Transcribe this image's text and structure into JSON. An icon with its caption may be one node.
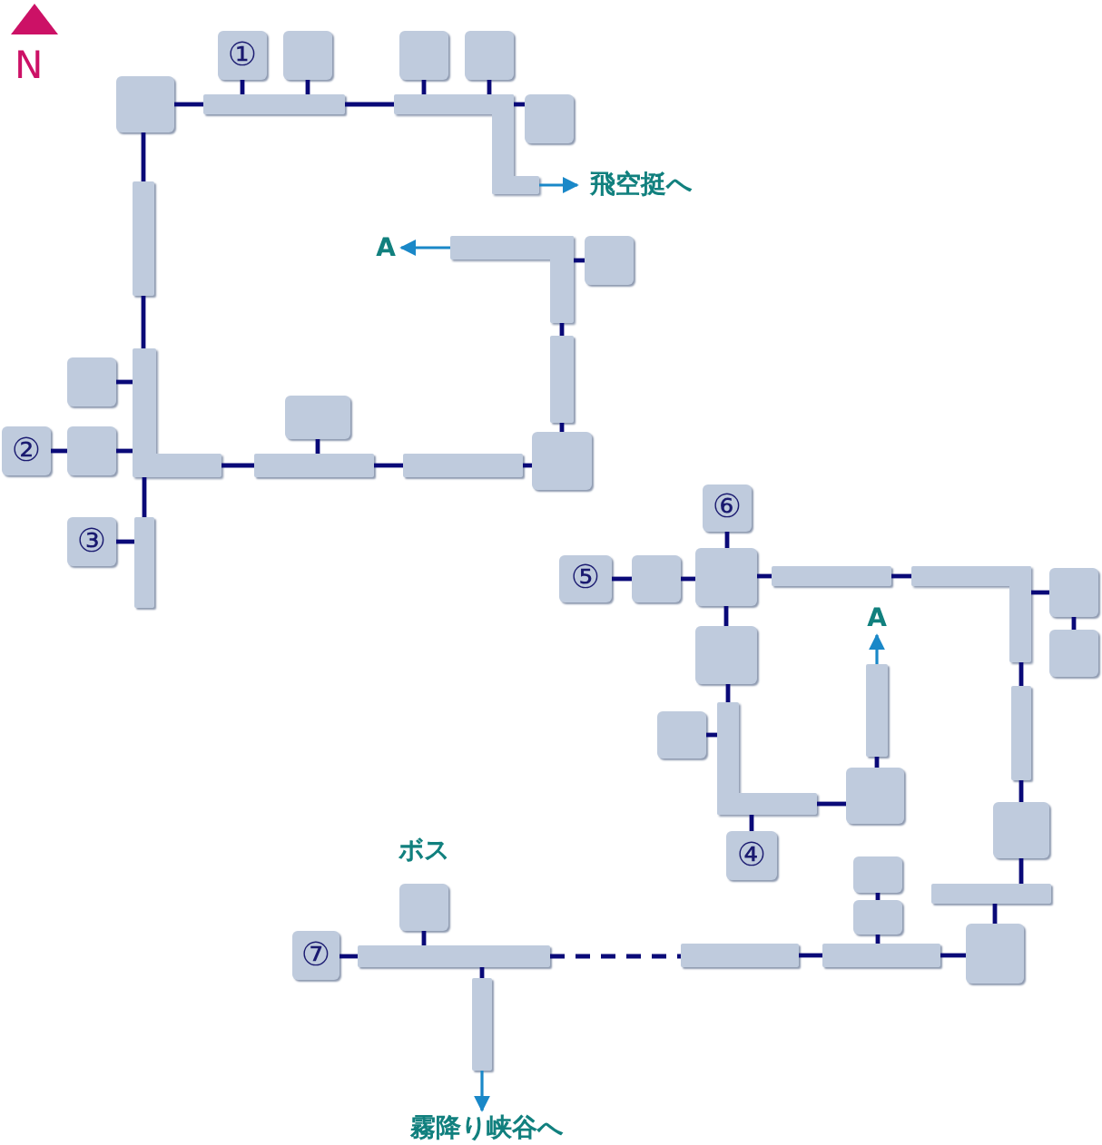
{
  "diagram": {
    "nodes": [
      {
        "text": [],
        "shape": "box"
      },
      {
        "text": [
          "①"
        ]
      },
      {
        "text": [],
        "shape": "box"
      },
      {
        "text": [],
        "shape": "box"
      },
      {
        "text": [],
        "shape": "box"
      },
      {
        "text": [],
        "shape": "bar"
      },
      {
        "text": [],
        "shape": "bar"
      },
      {
        "text": [],
        "shape": "box"
      },
      {
        "text": [],
        "shape": "bar"
      },
      {
        "text": [],
        "shape": "bar"
      },
      {
        "text": [],
        "shape": "box"
      },
      {
        "text": [
          "②"
        ]
      },
      {
        "text": [],
        "shape": "box"
      },
      {
        "text": [
          "③"
        ]
      },
      {
        "text": [],
        "shape": "bar"
      },
      {
        "text": [],
        "shape": "box"
      },
      {
        "text": [],
        "shape": "bar"
      },
      {
        "text": [],
        "shape": "bar"
      },
      {
        "text": [],
        "shape": "box"
      },
      {
        "text": [],
        "shape": "bar"
      },
      {
        "text": [],
        "shape": "bar"
      },
      {
        "text": [],
        "shape": "box"
      },
      {
        "text": [
          "⑤"
        ]
      },
      {
        "text": [],
        "shape": "box"
      },
      {
        "text": [
          "⑥"
        ]
      },
      {
        "text": [],
        "shape": "box"
      },
      {
        "text": [],
        "shape": "bar"
      },
      {
        "text": [],
        "shape": "bar"
      },
      {
        "text": [],
        "shape": "box"
      },
      {
        "text": [],
        "shape": "box"
      },
      {
        "text": [],
        "shape": "bar"
      },
      {
        "text": [],
        "shape": "box"
      },
      {
        "text": [],
        "shape": "bar"
      },
      {
        "text": [],
        "shape": "box"
      },
      {
        "text": [],
        "shape": "box"
      },
      {
        "text": [],
        "shape": "bar"
      },
      {
        "text": [],
        "shape": "box"
      },
      {
        "text": [
          "④"
        ]
      },
      {
        "text": [],
        "shape": "box"
      },
      {
        "text": [],
        "shape": "bar"
      },
      {
        "text": [],
        "shape": "box"
      },
      {
        "text": [],
        "shape": "box"
      },
      {
        "text": [],
        "shape": "bar"
      },
      {
        "text": [],
        "shape": "bar"
      },
      {
        "text": [
          "⑦"
        ]
      },
      {
        "text": [
          "ボス"
        ]
      },
      {
        "text": [],
        "shape": "bar"
      },
      {
        "text": [],
        "shape": "bar"
      },
      {
        "text": [
          "飛空挺へ"
        ]
      },
      {
        "text": [
          "A"
        ]
      },
      {
        "text": [
          "A"
        ]
      },
      {
        "text": [
          "霧降り峡谷へ"
        ]
      }
    ],
    "edges": [
      {
        "from": 0,
        "to": 5,
        "arrow": "none"
      },
      {
        "from": 1,
        "to": 5,
        "arrow": "none"
      },
      {
        "from": 2,
        "to": 5,
        "arrow": "none"
      },
      {
        "from": 5,
        "to": 6,
        "arrow": "none"
      },
      {
        "from": 3,
        "to": 6,
        "arrow": "none"
      },
      {
        "from": 4,
        "to": 6,
        "arrow": "none"
      },
      {
        "from": 6,
        "to": 7,
        "arrow": "none"
      },
      {
        "from": 0,
        "to": 8,
        "arrow": "none"
      },
      {
        "from": 8,
        "to": 9,
        "arrow": "none"
      },
      {
        "from": 10,
        "to": 9,
        "arrow": "none"
      },
      {
        "from": 12,
        "to": 9,
        "arrow": "none"
      },
      {
        "from": 11,
        "to": 12,
        "arrow": "none"
      },
      {
        "from": 9,
        "to": 14,
        "arrow": "none"
      },
      {
        "from": 13,
        "to": 14,
        "arrow": "none"
      },
      {
        "from": 9,
        "to": 16,
        "arrow": "none"
      },
      {
        "from": 15,
        "to": 16,
        "arrow": "none"
      },
      {
        "from": 16,
        "to": 17,
        "arrow": "none"
      },
      {
        "from": 17,
        "to": 18,
        "arrow": "none"
      },
      {
        "from": 18,
        "to": 19,
        "arrow": "none"
      },
      {
        "from": 19,
        "to": 20,
        "arrow": "none"
      },
      {
        "from": 20,
        "to": 21,
        "arrow": "none"
      },
      {
        "from": 22,
        "to": 23,
        "arrow": "none"
      },
      {
        "from": 23,
        "to": 25,
        "arrow": "none"
      },
      {
        "from": 24,
        "to": 25,
        "arrow": "none"
      },
      {
        "from": 25,
        "to": 26,
        "arrow": "none"
      },
      {
        "from": 26,
        "to": 27,
        "arrow": "none"
      },
      {
        "from": 27,
        "to": 28,
        "arrow": "none"
      },
      {
        "from": 28,
        "to": 29,
        "arrow": "none"
      },
      {
        "from": 27,
        "to": 30,
        "arrow": "none"
      },
      {
        "from": 30,
        "to": 31,
        "arrow": "none"
      },
      {
        "from": 31,
        "to": 32,
        "arrow": "none"
      },
      {
        "from": 32,
        "to": 33,
        "arrow": "none"
      },
      {
        "from": 25,
        "to": 34,
        "arrow": "none"
      },
      {
        "from": 34,
        "to": 35,
        "arrow": "none"
      },
      {
        "from": 36,
        "to": 35,
        "arrow": "none"
      },
      {
        "from": 35,
        "to": 37,
        "arrow": "none"
      },
      {
        "from": 35,
        "to": 38,
        "arrow": "none"
      },
      {
        "from": 38,
        "to": 39,
        "arrow": "none"
      },
      {
        "from": 40,
        "to": 41,
        "arrow": "none"
      },
      {
        "from": 41,
        "to": 42,
        "arrow": "none"
      },
      {
        "from": 42,
        "to": 33,
        "arrow": "none"
      },
      {
        "from": 43,
        "to": 42,
        "arrow": "none"
      },
      {
        "from": 46,
        "to": 43,
        "arrow": "none",
        "style": "dashed"
      },
      {
        "from": 44,
        "to": 46,
        "arrow": "none"
      },
      {
        "from": 45,
        "to": 46,
        "arrow": "none"
      },
      {
        "from": 46,
        "to": 47,
        "arrow": "none"
      },
      {
        "from": 6,
        "to": 48,
        "arrow": "to",
        "color": "#1a88c8"
      },
      {
        "from": 20,
        "to": 49,
        "arrow": "to",
        "color": "#1a88c8"
      },
      {
        "from": 39,
        "to": 50,
        "arrow": "to",
        "color": "#1a88c8"
      },
      {
        "from": 47,
        "to": 51,
        "arrow": "to",
        "color": "#1a88c8"
      }
    ],
    "labels": [
      "N"
    ]
  }
}
